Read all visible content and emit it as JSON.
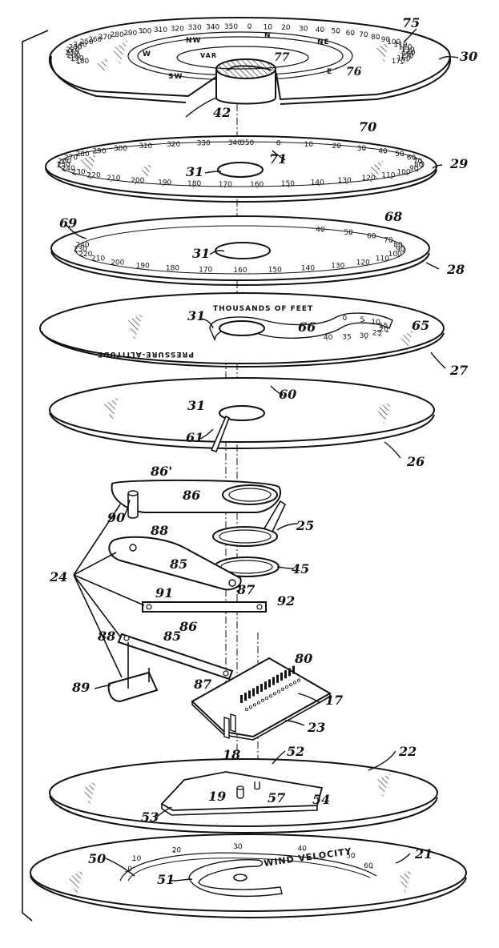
{
  "refs": {
    "n75": "75",
    "n30": "30",
    "n77": "77",
    "n76": "76",
    "n42": "42",
    "n70": "70",
    "n71": "71",
    "n29": "29",
    "n31a": "31",
    "n69": "69",
    "n68": "68",
    "n28": "28",
    "n31b": "31",
    "n31c": "31",
    "n66": "66",
    "n65": "65",
    "n27": "27",
    "n60": "60",
    "n31d": "31",
    "n61": "61",
    "n26": "26",
    "n86p": "86'",
    "n86a": "86",
    "n90": "90",
    "n25": "25",
    "n88a": "88",
    "n85a": "85",
    "n45": "45",
    "n87a": "87",
    "n24": "24",
    "n91": "91",
    "n92": "92",
    "n86b": "86",
    "n88b": "88",
    "n85b": "85",
    "n80": "80",
    "n17": "17",
    "n89": "89",
    "n87b": "87",
    "n23": "23",
    "n18": "18",
    "n22": "22",
    "n52": "52",
    "n19": "19",
    "n57": "57",
    "n54": "54",
    "n53": "53",
    "n21": "21",
    "n50": "50",
    "n51": "51"
  },
  "compass": {
    "nw": "NW",
    "n": "N",
    "ne": "NE",
    "w": "W",
    "e": "E",
    "sw": "SW",
    "var": "VAR",
    "outer_ticks": [
      "180",
      "190",
      "200",
      "210",
      "220",
      "230",
      "240",
      "250",
      "260",
      "270",
      "280",
      "290",
      "300",
      "310",
      "320",
      "330",
      "340",
      "350",
      "0",
      "10",
      "20",
      "30",
      "40",
      "50",
      "60",
      "70",
      "80",
      "90",
      "100",
      "110",
      "120",
      "130",
      "140",
      "150",
      "160",
      "170"
    ]
  },
  "disc29": {
    "ticks": [
      "350",
      "0",
      "10",
      "20",
      "30",
      "40",
      "50",
      "60",
      "70",
      "80",
      "90",
      "100",
      "110",
      "120",
      "130",
      "140",
      "150",
      "160",
      "170",
      "180",
      "190",
      "200",
      "210",
      "220",
      "230",
      "240",
      "250",
      "260",
      "270",
      "280",
      "290",
      "300",
      "310",
      "320",
      "330",
      "340"
    ]
  },
  "disc28": {
    "ticks": [
      "40",
      "50",
      "60",
      "70",
      "80",
      "90",
      "100",
      "110",
      "120",
      "130",
      "140",
      "150",
      "160",
      "170",
      "180",
      "190",
      "200",
      "210",
      "220",
      "230",
      "240"
    ]
  },
  "disc27": {
    "top_caption": "THOUSANDS OF FEET",
    "bottom_caption": "PRESSURE-ALTITUDE",
    "ticks": [
      "0",
      "5",
      "10",
      "15",
      "20",
      "25",
      "30",
      "35",
      "40"
    ]
  },
  "disc21": {
    "caption": "WIND VELOCITY",
    "ticks": [
      "0",
      "10",
      "20",
      "30",
      "40",
      "50",
      "60"
    ]
  }
}
